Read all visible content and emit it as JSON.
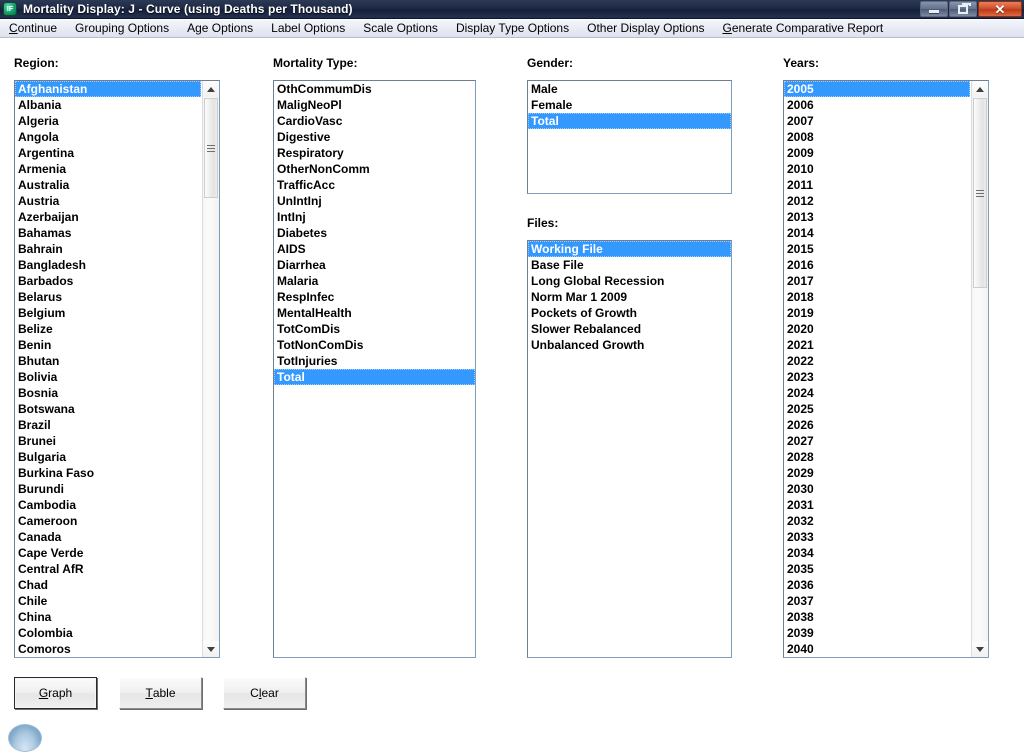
{
  "window": {
    "title": "Mortality Display: J - Curve (using Deaths per Thousand)",
    "icon_name": "app-icon",
    "icon_text": "IF",
    "buttons": {
      "minimize": "minimize-icon",
      "restore": "restore-icon",
      "close": "✕"
    }
  },
  "menubar": {
    "items": [
      {
        "label": "Continue",
        "accel": "C"
      },
      {
        "label": "Grouping Options",
        "accel": ""
      },
      {
        "label": "Age Options",
        "accel": ""
      },
      {
        "label": "Label Options",
        "accel": ""
      },
      {
        "label": "Scale Options",
        "accel": ""
      },
      {
        "label": "Display Type Options",
        "accel": ""
      },
      {
        "label": "Other Display Options",
        "accel": ""
      },
      {
        "label": "Generate Comparative Report",
        "accel": "G"
      }
    ]
  },
  "panels": {
    "region": {
      "label": "Region:",
      "selected": "Afghanistan",
      "items": [
        "Afghanistan",
        "Albania",
        "Algeria",
        "Angola",
        "Argentina",
        "Armenia",
        "Australia",
        "Austria",
        "Azerbaijan",
        "Bahamas",
        "Bahrain",
        "Bangladesh",
        "Barbados",
        "Belarus",
        "Belgium",
        "Belize",
        "Benin",
        "Bhutan",
        "Bolivia",
        "Bosnia",
        "Botswana",
        "Brazil",
        "Brunei",
        "Bulgaria",
        "Burkina Faso",
        "Burundi",
        "Cambodia",
        "Cameroon",
        "Canada",
        "Cape Verde",
        "Central AfR",
        "Chad",
        "Chile",
        "China",
        "Colombia",
        "Comoros"
      ]
    },
    "mortality_type": {
      "label": "Mortality Type:",
      "selected": "Total",
      "items": [
        "OthCommumDis",
        "MaligNeoPl",
        "CardioVasc",
        "Digestive",
        "Respiratory",
        "OtherNonComm",
        "TrafficAcc",
        "UnIntInj",
        "IntInj",
        "Diabetes",
        "AIDS",
        "Diarrhea",
        "Malaria",
        "RespInfec",
        "MentalHealth",
        "TotComDis",
        "TotNonComDis",
        "TotInjuries",
        "Total"
      ]
    },
    "gender": {
      "label": "Gender:",
      "selected": "Total",
      "items": [
        "Male",
        "Female",
        "Total"
      ]
    },
    "files": {
      "label": "Files:",
      "selected": "Working File",
      "items": [
        "Working File",
        "Base File",
        "Long Global Recession",
        "Norm Mar 1 2009",
        "Pockets of Growth",
        "Slower Rebalanced",
        "Unbalanced Growth"
      ]
    },
    "years": {
      "label": "Years:",
      "selected": "2005",
      "items": [
        "2005",
        "2006",
        "2007",
        "2008",
        "2009",
        "2010",
        "2011",
        "2012",
        "2013",
        "2014",
        "2015",
        "2016",
        "2017",
        "2018",
        "2019",
        "2020",
        "2021",
        "2022",
        "2023",
        "2024",
        "2025",
        "2026",
        "2027",
        "2028",
        "2029",
        "2030",
        "2031",
        "2032",
        "2033",
        "2034",
        "2035",
        "2036",
        "2037",
        "2038",
        "2039",
        "2040"
      ]
    }
  },
  "actions": [
    {
      "label": "Graph",
      "accel": "G",
      "default": true
    },
    {
      "label": "Table",
      "accel": "T",
      "default": false
    },
    {
      "label": "Clear",
      "accel": "l",
      "default": false
    }
  ],
  "colors": {
    "selection": "#3399ff",
    "title_bar": "#1d2a44",
    "menu_bar": "#e9ebf4",
    "close_button": "#d1502a"
  }
}
